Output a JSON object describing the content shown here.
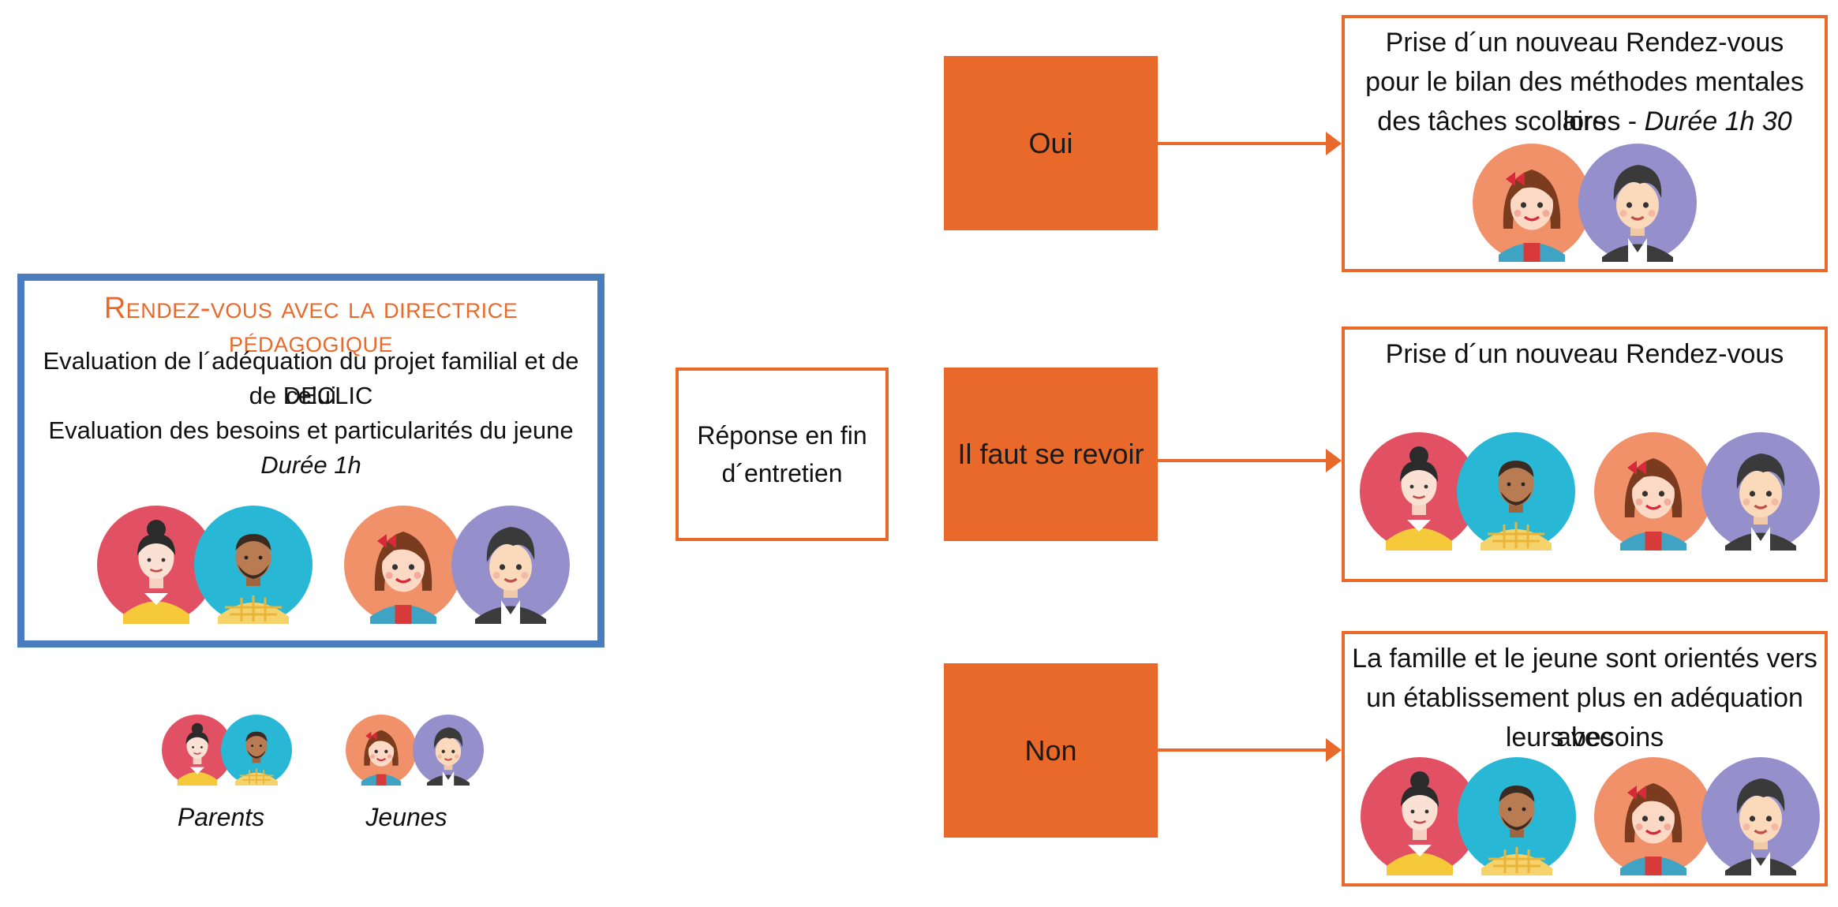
{
  "first_appointment": {
    "title": "Rendez-vous avec la directrice pédagogique",
    "line1": "Evaluation  de l´adéquation du projet familial et de celui",
    "line2": "de DECLIC",
    "line3": "Evaluation des besoins et particularités du jeune",
    "duration": "Durée 1h"
  },
  "response_box": {
    "line1": "Réponse en fin",
    "line2": "d´entretien"
  },
  "choices": {
    "oui": "Oui",
    "revoir": "Il faut se revoir",
    "non": "Non"
  },
  "outcomes": {
    "oui": {
      "line1": "Prise d´un nouveau Rendez-vous",
      "line2": "pour le bilan des méthodes mentales lors",
      "line3": "des tâches scolaires - ",
      "duration": "Durée 1h 30"
    },
    "revoir": {
      "line1": "Prise d´un nouveau Rendez-vous"
    },
    "non": {
      "line1": "La famille et le jeune sont orientés vers",
      "line2": "un établissement plus en adéquation avec",
      "line3": "leurs besoins"
    }
  },
  "legend": {
    "parents": "Parents",
    "jeunes": "Jeunes"
  },
  "colors": {
    "accent_orange": "#e8692a",
    "frame_blue": "#4a7dbd",
    "mother_bg": "#e25063",
    "father_bg": "#29b7d6",
    "girl_bg": "#f0916a",
    "boy_bg": "#9590cc"
  }
}
